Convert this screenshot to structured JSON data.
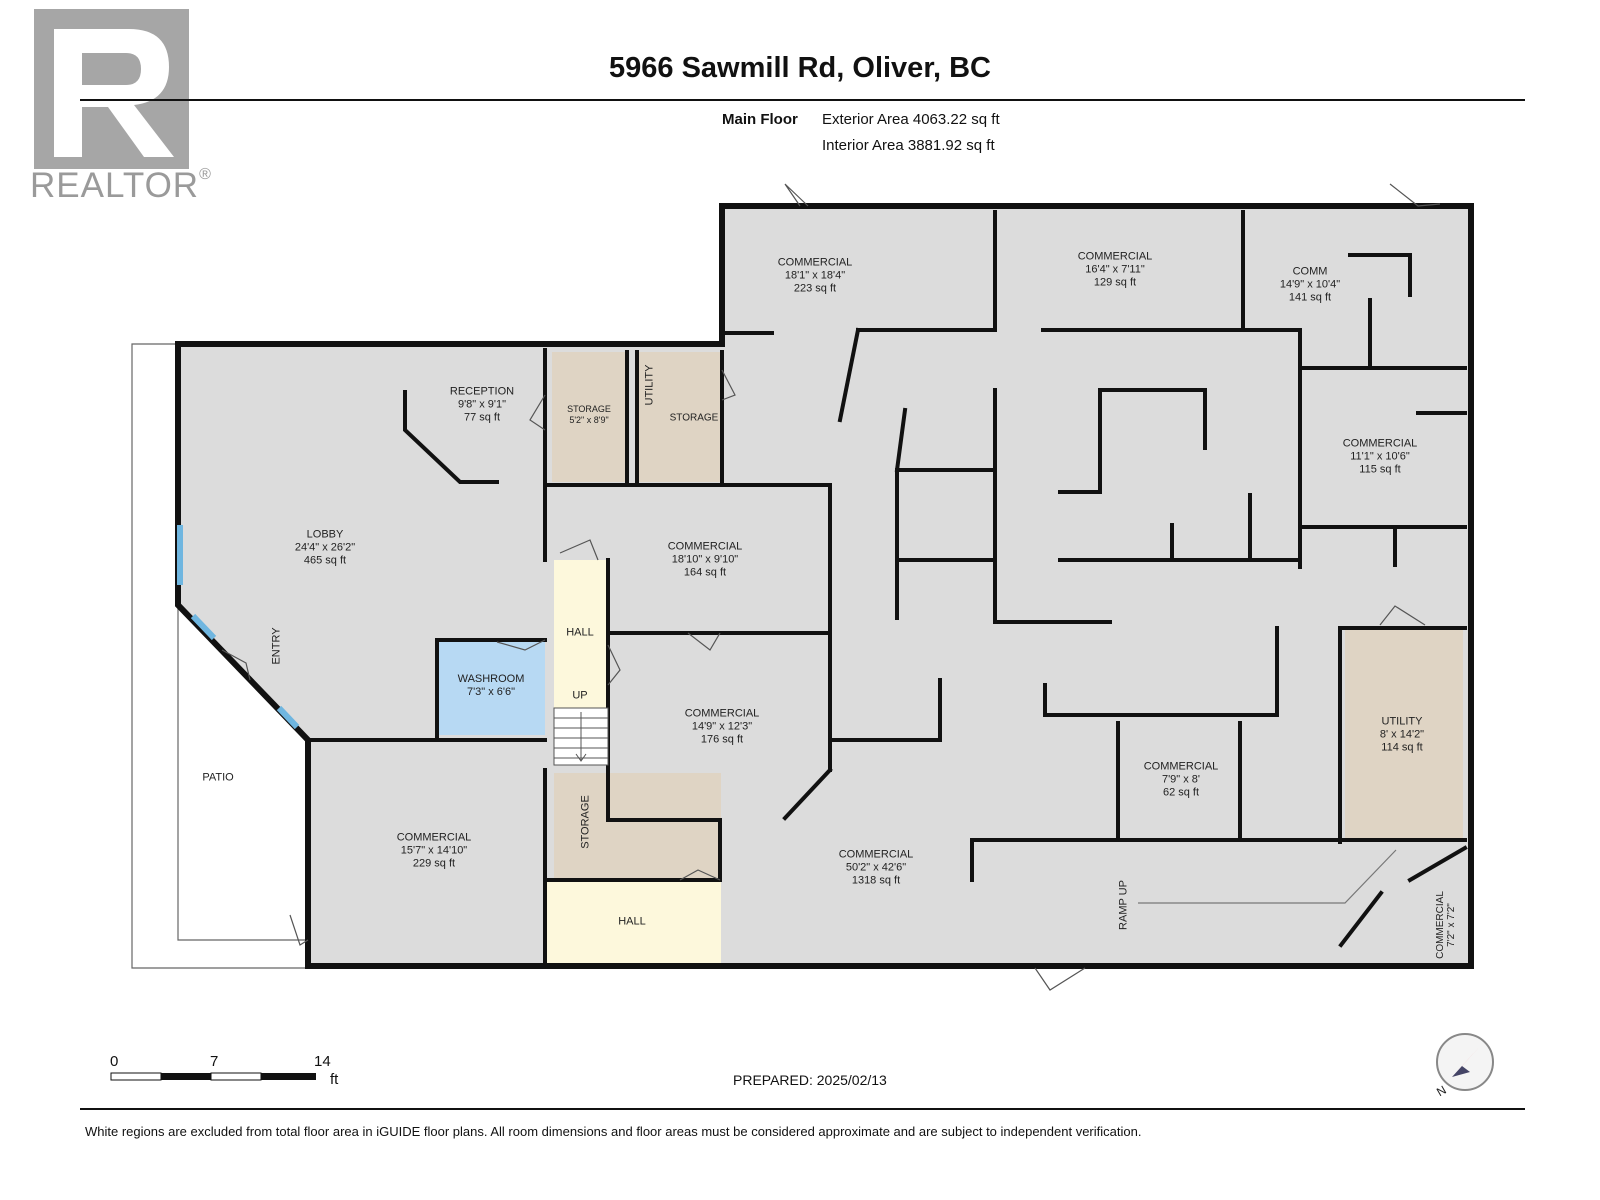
{
  "brand": {
    "name": "REALTOR",
    "mark": "®",
    "logo_letter": "R"
  },
  "title": "5966 Sawmill Rd, Oliver, BC",
  "floor": {
    "name": "Main Floor",
    "exterior_area": "Exterior Area 4063.22 sq ft",
    "interior_area": "Interior Area 3881.92 sq ft"
  },
  "rooms": [
    {
      "name": "COMMERCIAL",
      "dims": "18'1\" x 18'4\"",
      "area": "223 sq ft"
    },
    {
      "name": "COMMERCIAL",
      "dims": "16'4\" x 7'11\"",
      "area": "129 sq ft"
    },
    {
      "name": "COMM",
      "dims": "14'9\" x 10'4\"",
      "area": "141 sq ft"
    },
    {
      "name": "RECEPTION",
      "dims": "9'8\" x 9'1\"",
      "area": "77 sq ft"
    },
    {
      "name": "STORAGE",
      "dims": "5'2\" x 8'9\"",
      "area": ""
    },
    {
      "name": "UTILITY",
      "dims": "",
      "area": ""
    },
    {
      "name": "STORAGE",
      "dims": "",
      "area": ""
    },
    {
      "name": "COMMERCIAL",
      "dims": "11'1\" x 10'6\"",
      "area": "115 sq ft"
    },
    {
      "name": "LOBBY",
      "dims": "24'4\" x 26'2\"",
      "area": "465 sq ft"
    },
    {
      "name": "COMMERCIAL",
      "dims": "18'10\" x 9'10\"",
      "area": "164 sq ft"
    },
    {
      "name": "HALL",
      "dims": "",
      "area": ""
    },
    {
      "name": "ENTRY",
      "dims": "",
      "area": ""
    },
    {
      "name": "WASHROOM",
      "dims": "7'3\" x 6'6\"",
      "area": ""
    },
    {
      "name": "UP",
      "dims": "",
      "area": ""
    },
    {
      "name": "COMMERCIAL",
      "dims": "14'9\" x 12'3\"",
      "area": "176 sq ft"
    },
    {
      "name": "UTILITY",
      "dims": "8' x 14'2\"",
      "area": "114 sq ft"
    },
    {
      "name": "PATIO",
      "dims": "",
      "area": ""
    },
    {
      "name": "COMMERCIAL",
      "dims": "7'9\" x 8'",
      "area": "62 sq ft"
    },
    {
      "name": "STORAGE",
      "dims": "",
      "area": ""
    },
    {
      "name": "COMMERCIAL",
      "dims": "15'7\" x 14'10\"",
      "area": "229 sq ft"
    },
    {
      "name": "COMMERCIAL",
      "dims": "50'2\" x 42'6\"",
      "area": "1318 sq ft"
    },
    {
      "name": "RAMP UP",
      "dims": "",
      "area": ""
    },
    {
      "name": "HALL",
      "dims": "",
      "area": ""
    },
    {
      "name": "COMMERCIAL",
      "dims": "7'2\" x 7'2\"",
      "area": ""
    }
  ],
  "scale": {
    "ticks": [
      "0",
      "7",
      "14"
    ],
    "unit": "ft"
  },
  "compass": {
    "label": "N"
  },
  "prepared": "PREPARED: 2025/02/13",
  "footer": "White regions are excluded from total floor area in iGUIDE floor plans. All room dimensions and floor areas must be considered approximate and are subject to independent verification.",
  "colors": {
    "floor": "#dcdcdc",
    "wall": "#111111",
    "storage": "#dfd4c4",
    "hall": "#fdf8dc",
    "washroom": "#b7d9f3",
    "window": "#6fb6e0"
  }
}
